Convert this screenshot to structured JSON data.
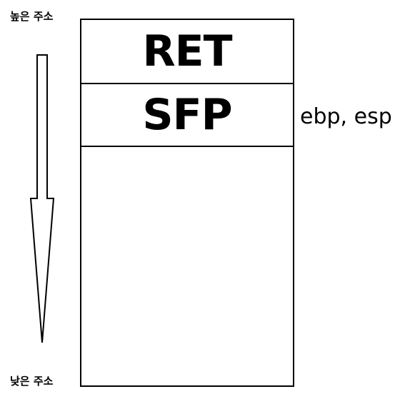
{
  "diagram": {
    "high_address_label": "높은 주소",
    "low_address_label": "낮은 주소",
    "stack": {
      "cells": [
        {
          "label": "RET"
        },
        {
          "label": "SFP"
        },
        {
          "label": ""
        }
      ]
    },
    "register_label": "ebp, esp",
    "arrow_direction": "down"
  }
}
